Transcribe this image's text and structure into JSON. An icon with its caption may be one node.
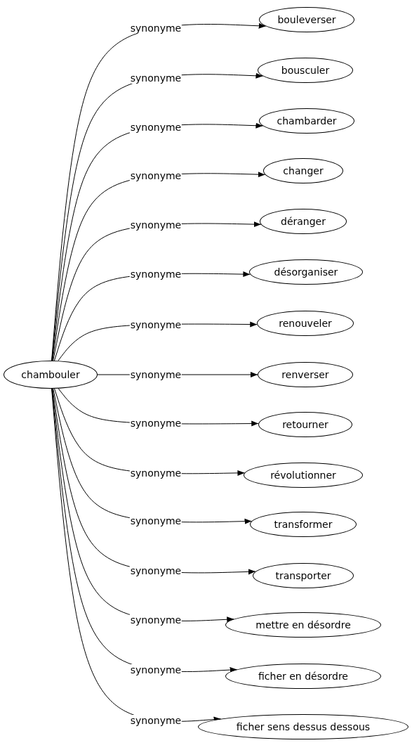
{
  "diagram": {
    "nodes": [
      {
        "text": [
          "chambouler"
        ]
      },
      {
        "text": [
          "bouleverser"
        ]
      },
      {
        "text": [
          "bousculer"
        ]
      },
      {
        "text": [
          "chambarder"
        ]
      },
      {
        "text": [
          "changer"
        ]
      },
      {
        "text": [
          "déranger"
        ]
      },
      {
        "text": [
          "désorganiser"
        ]
      },
      {
        "text": [
          "renouveler"
        ]
      },
      {
        "text": [
          "renverser"
        ]
      },
      {
        "text": [
          "retourner"
        ]
      },
      {
        "text": [
          "révolutionner"
        ]
      },
      {
        "text": [
          "transformer"
        ]
      },
      {
        "text": [
          "transporter"
        ]
      },
      {
        "text": [
          "mettre en désordre"
        ]
      },
      {
        "text": [
          "ficher en désordre"
        ]
      },
      {
        "text": [
          "ficher sens dessus dessous"
        ]
      }
    ],
    "edges": [
      {
        "from": 0,
        "to": 1,
        "arrow": "to",
        "label": "synonyme"
      },
      {
        "from": 0,
        "to": 2,
        "arrow": "to",
        "label": "synonyme"
      },
      {
        "from": 0,
        "to": 3,
        "arrow": "to",
        "label": "synonyme"
      },
      {
        "from": 0,
        "to": 4,
        "arrow": "to",
        "label": "synonyme"
      },
      {
        "from": 0,
        "to": 5,
        "arrow": "to",
        "label": "synonyme"
      },
      {
        "from": 0,
        "to": 6,
        "arrow": "to",
        "label": "synonyme"
      },
      {
        "from": 0,
        "to": 7,
        "arrow": "to",
        "label": "synonyme"
      },
      {
        "from": 0,
        "to": 8,
        "arrow": "to",
        "label": "synonyme"
      },
      {
        "from": 0,
        "to": 9,
        "arrow": "to",
        "label": "synonyme"
      },
      {
        "from": 0,
        "to": 10,
        "arrow": "to",
        "label": "synonyme"
      },
      {
        "from": 0,
        "to": 11,
        "arrow": "to",
        "label": "synonyme"
      },
      {
        "from": 0,
        "to": 12,
        "arrow": "to",
        "label": "synonyme"
      },
      {
        "from": 0,
        "to": 13,
        "arrow": "to",
        "label": "synonyme"
      },
      {
        "from": 0,
        "to": 14,
        "arrow": "to",
        "label": "synonyme"
      },
      {
        "from": 0,
        "to": 15,
        "arrow": "to",
        "label": "synonyme"
      }
    ]
  }
}
